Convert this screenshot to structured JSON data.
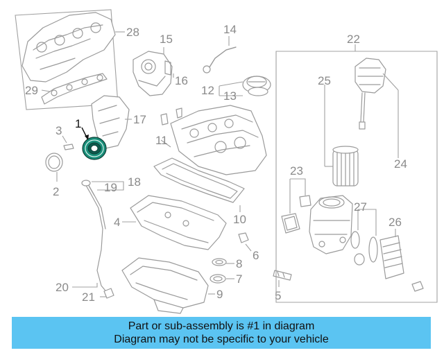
{
  "callouts": {
    "c1": "1",
    "c2": "2",
    "c3": "3",
    "c4": "4",
    "c5": "5",
    "c6": "6",
    "c7": "7",
    "c8": "8",
    "c9": "9",
    "c10": "10",
    "c11": "11",
    "c12": "12",
    "c13": "13",
    "c14": "14",
    "c15": "15",
    "c16": "16",
    "c17": "17",
    "c18": "18",
    "c19": "19",
    "c20": "20",
    "c21": "21",
    "c22": "22",
    "c23": "23",
    "c24": "24",
    "c25": "25",
    "c26": "26",
    "c27": "27",
    "c28": "28",
    "c29": "29"
  },
  "banner": {
    "line1": "Part or sub-assembly is #1 in diagram",
    "line2": "Diagram may not be specific to your vehicle"
  },
  "colors": {
    "banner_bg": "#5bc4f2",
    "highlight_part": "#1a8f7a",
    "line_art": "#9a9a9a"
  }
}
